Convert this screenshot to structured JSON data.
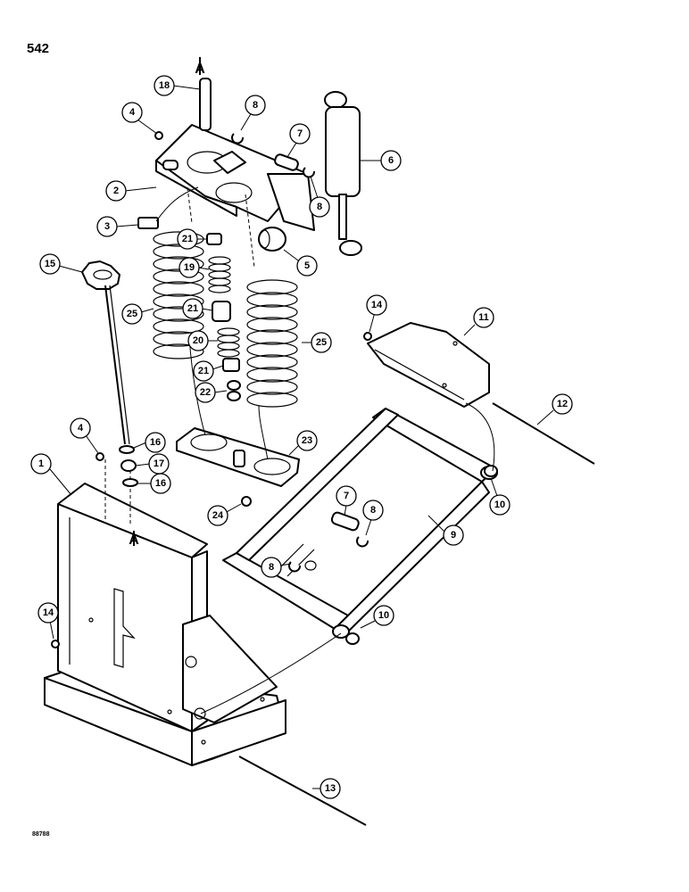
{
  "page_number": "542",
  "image_code": "88788",
  "reference_marker": "A",
  "callouts": [
    {
      "label": "1"
    },
    {
      "label": "2"
    },
    {
      "label": "3"
    },
    {
      "label": "4"
    },
    {
      "label": "4"
    },
    {
      "label": "5"
    },
    {
      "label": "6"
    },
    {
      "label": "7"
    },
    {
      "label": "7"
    },
    {
      "label": "8"
    },
    {
      "label": "8"
    },
    {
      "label": "8"
    },
    {
      "label": "8"
    },
    {
      "label": "9"
    },
    {
      "label": "10"
    },
    {
      "label": "10"
    },
    {
      "label": "11"
    },
    {
      "label": "12"
    },
    {
      "label": "13"
    },
    {
      "label": "14"
    },
    {
      "label": "14"
    },
    {
      "label": "15"
    },
    {
      "label": "16"
    },
    {
      "label": "16"
    },
    {
      "label": "17"
    },
    {
      "label": "18"
    },
    {
      "label": "19"
    },
    {
      "label": "20"
    },
    {
      "label": "21"
    },
    {
      "label": "21"
    },
    {
      "label": "21"
    },
    {
      "label": "22"
    },
    {
      "label": "23"
    },
    {
      "label": "24"
    },
    {
      "label": "25"
    },
    {
      "label": "25"
    }
  ]
}
